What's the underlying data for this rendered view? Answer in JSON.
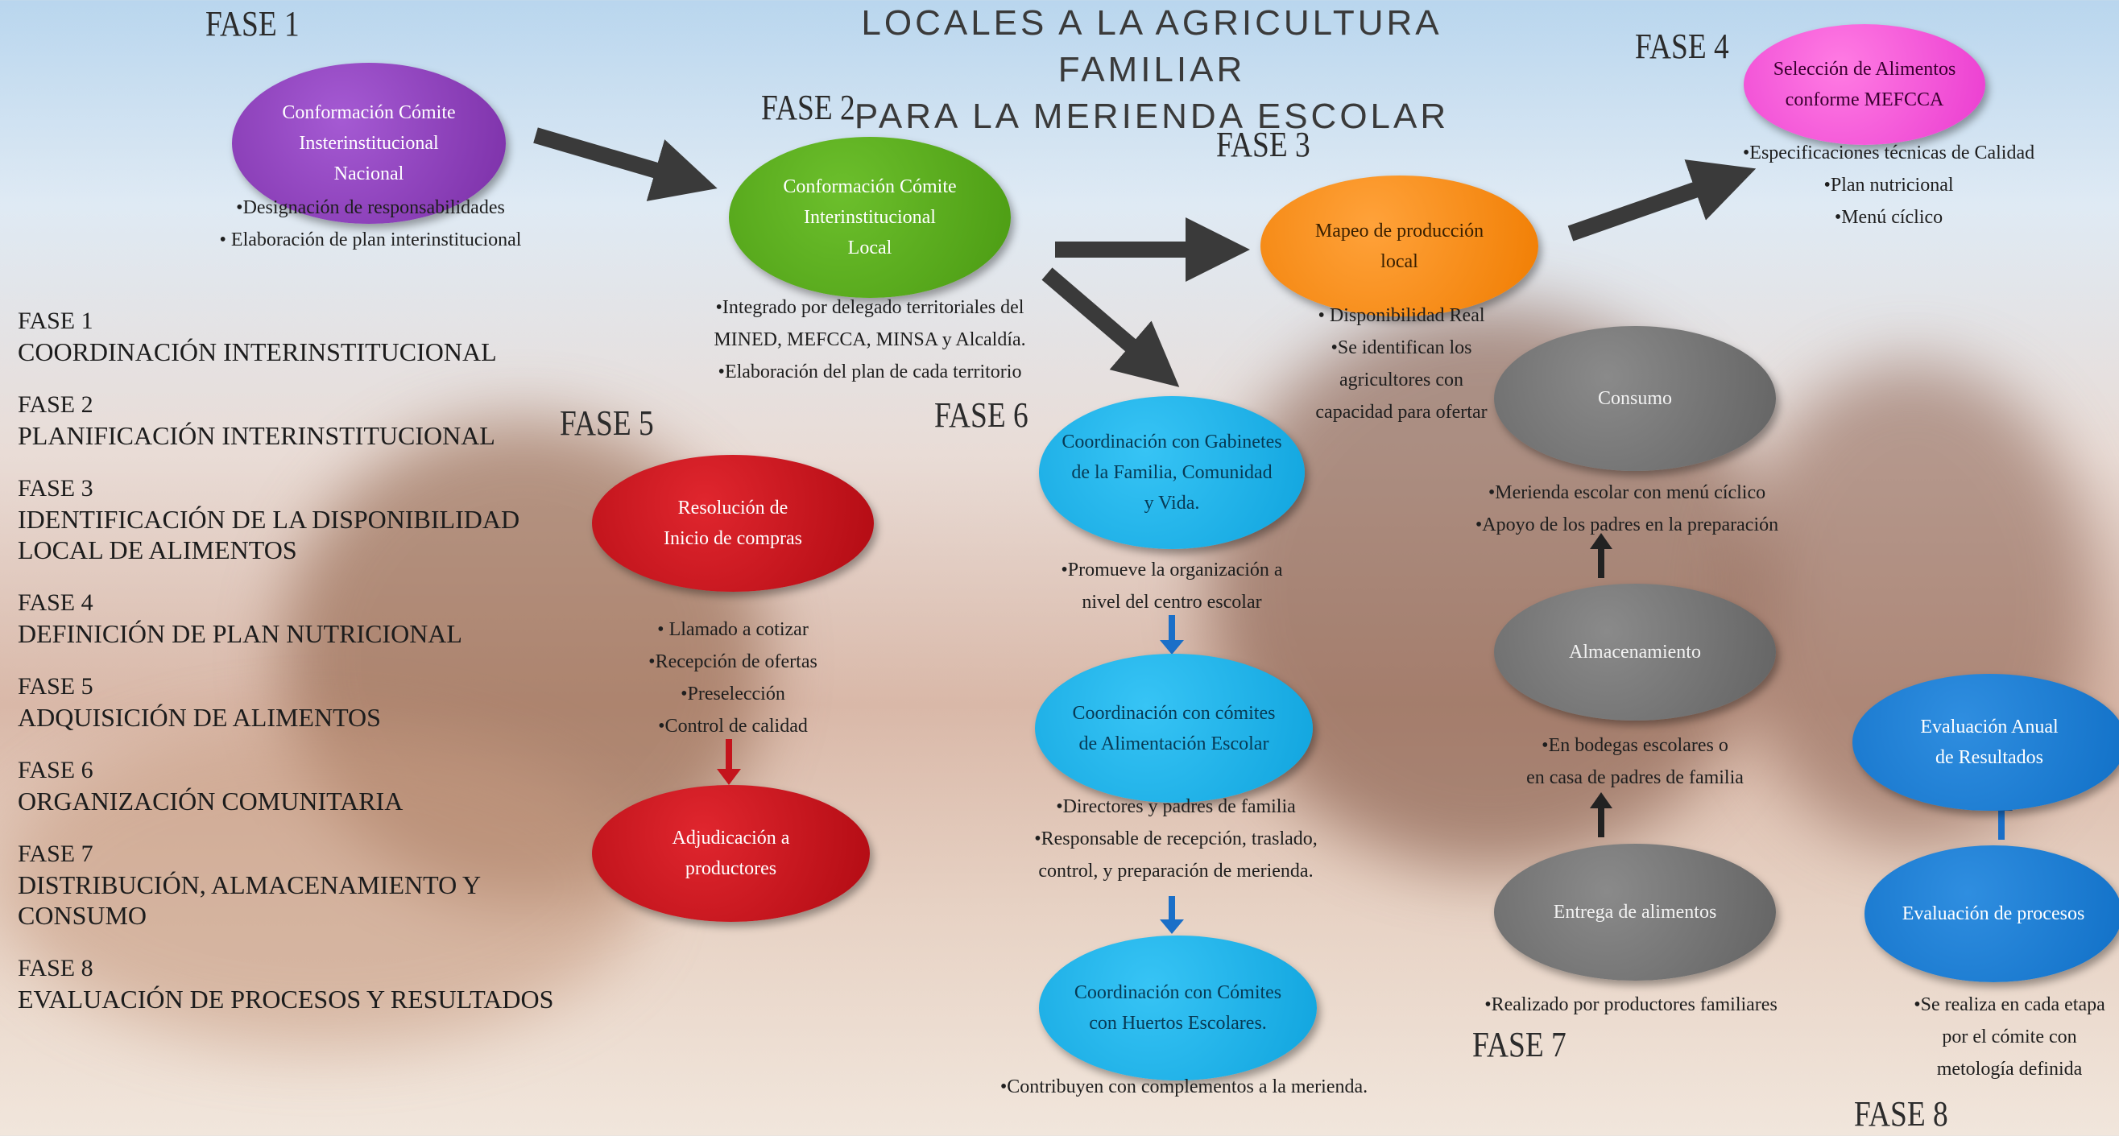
{
  "title_lines": [
    "LOCALES A LA AGRICULTURA FAMILIAR",
    "PARA LA MERIENDA ESCOLAR"
  ],
  "phase_labels": {
    "p1": "FASE 1",
    "p2": "FASE 2",
    "p3": "FASE 3",
    "p4": "FASE 4",
    "p5": "FASE 5",
    "p6": "FASE 6",
    "p7": "FASE 7",
    "p8": "FASE 8"
  },
  "nodes": {
    "comite_nacional": "Conformación Cómite\nInsterinstitucional\nNacional",
    "comite_local": "Conformación Cómite\nInterinstitucional\nLocal",
    "mapeo": "Mapeo de producción\nlocal",
    "seleccion": "Selección de Alimentos\nconforme MEFCCA",
    "resolucion": "Resolución de\nInicio de compras",
    "adjudicacion": "Adjudicación a\nproductores",
    "gabinetes": "Coordinación con Gabinetes\nde la Familia, Comunidad\ny Vida.",
    "alimentacion": "Coordinación con cómites\nde Alimentación Escolar",
    "huertos": "Coordinación con Cómites\ncon Huertos Escolares.",
    "consumo": "Consumo",
    "almacenamiento": "Almacenamiento",
    "entrega": "Entrega de alimentos",
    "evaluacion_anual": "Evaluación Anual\nde Resultados",
    "evaluacion_procesos": "Evaluación de procesos"
  },
  "notes": {
    "fase1": "•Designación de responsabilidades\n• Elaboración de plan interinstitucional",
    "fase2": "•Integrado por delegado territoriales del\nMINED, MEFCCA, MINSA y Alcaldía.\n•Elaboración del plan de cada territorio",
    "fase3": "• Disponibilidad  Real\n•Se identifican los\nagricultores con\ncapacidad para ofertar",
    "fase4": "•Especificaciones técnicas de Calidad\n•Plan nutricional\n•Menú cíclico",
    "fase5": "• Llamado a cotizar\n•Recepción de ofertas\n•Preselección\n•Control de calidad",
    "gabinetes": "•Promueve la organización a\nnivel del centro escolar",
    "alimentacion": "•Directores y padres de familia\n•Responsable de recepción, traslado,\ncontrol, y preparación de merienda.",
    "huertos": "•Contribuyen con complementos a la merienda.",
    "consumo": "•Merienda escolar con menú cíclico\n•Apoyo de los padres en la preparación",
    "almacenamiento": "•En bodegas escolares o\nen casa de padres de familia",
    "entrega": "•Realizado por productores familiares",
    "evaluacion": "•Se realiza en cada etapa\npor el cómite con\nmetología definida"
  },
  "legend": [
    {
      "num": "FASE 1",
      "desc": "COORDINACIÓN INTERINSTITUCIONAL"
    },
    {
      "num": "FASE 2",
      "desc": "PLANIFICACIÓN INTERINSTITUCIONAL"
    },
    {
      "num": "FASE 3",
      "desc": "IDENTIFICACIÓN DE LA DISPONIBILIDAD\nLOCAL DE ALIMENTOS"
    },
    {
      "num": "FASE 4",
      "desc": "DEFINICIÓN DE PLAN NUTRICIONAL"
    },
    {
      "num": "FASE 5",
      "desc": "ADQUISICIÓN DE ALIMENTOS"
    },
    {
      "num": "FASE 6",
      "desc": "ORGANIZACIÓN COMUNITARIA"
    },
    {
      "num": "FASE 7",
      "desc": "DISTRIBUCIÓN, ALMACENAMIENTO Y\nCONSUMO"
    },
    {
      "num": "FASE 8",
      "desc": "EVALUACIÓN DE PROCESOS Y RESULTADOS"
    }
  ],
  "colors": {
    "purple": "#8a3ab8",
    "green": "#5aaa1c",
    "orange": "#f58a10",
    "pink": "#f050d8",
    "red": "#c4141c",
    "cyan": "#1ab0e8",
    "grey": "#727272",
    "blue": "#1a7ed4",
    "dark_arrow": "#3a3a3a",
    "red_arrow": "#c4141c",
    "blue_arrow": "#1a6fc8"
  }
}
